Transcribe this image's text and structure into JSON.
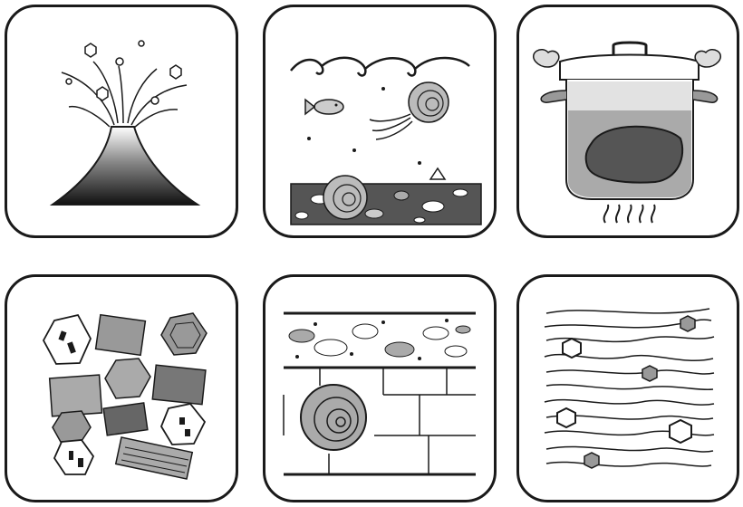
{
  "panels": [
    {
      "name": "volcano-eruption-panel"
    },
    {
      "name": "marine-sediment-fossil-panel"
    },
    {
      "name": "pressure-cooker-panel"
    },
    {
      "name": "igneous-rock-crystals-panel"
    },
    {
      "name": "sedimentary-layers-fossil-panel"
    },
    {
      "name": "metamorphic-foliation-panel"
    }
  ],
  "colors": {
    "stroke": "#1a1a1a",
    "dark_fill": "#555555",
    "mid_fill": "#9a9a9a",
    "light_fill": "#cfcfcf",
    "background": "#ffffff"
  }
}
